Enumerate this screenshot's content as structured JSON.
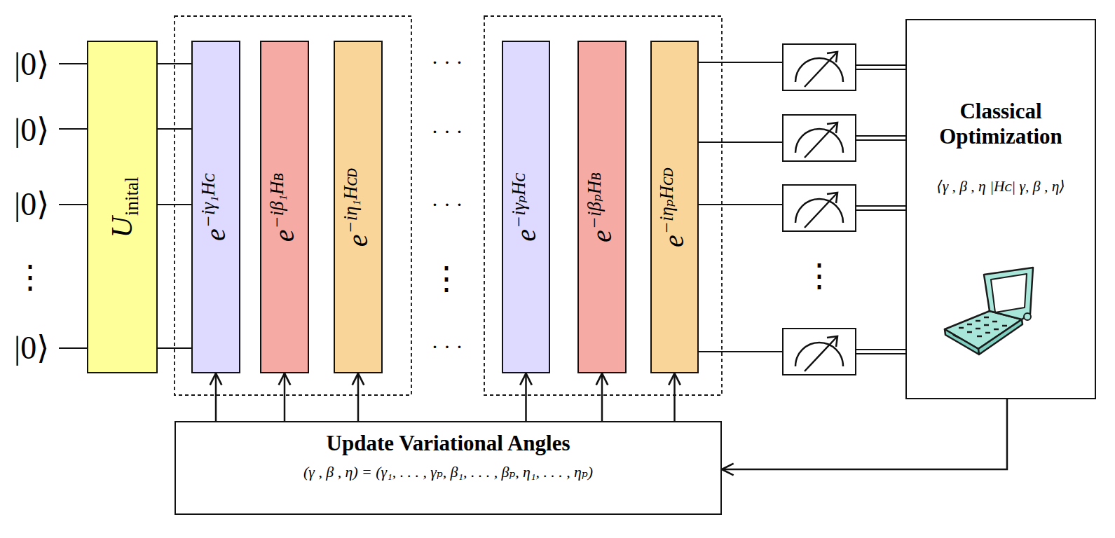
{
  "diagram": {
    "nodes": [
      {
        "text": [
          "U",
          "inital"
        ]
      },
      {
        "text": [
          "e",
          "−iγ₁Hᴄ"
        ]
      },
      {
        "text": [
          "e",
          "−iβ₁Hʙ"
        ]
      },
      {
        "text": [
          "e",
          "−iη₁Hᴄᴅ"
        ]
      },
      {
        "text": [
          "e",
          "−iγₚHᴄ"
        ]
      },
      {
        "text": [
          "e",
          "−iβₚHʙ"
        ]
      },
      {
        "text": [
          "e",
          "−iηₚHᴄᴅ"
        ]
      },
      {
        "text": [
          "Classical Optimization",
          "⟨γ , β , η |Hᴄ| γ, β , η⟩"
        ]
      },
      {
        "text": [
          "Update Variational Angles",
          "(γ , β , η) = (γ₁, . . . , γₚ, β₁, . . . , βₚ, η₁, . . . , ηₚ)"
        ]
      }
    ],
    "edges": [
      {
        "from": 0,
        "to": 1,
        "arrow": "none"
      },
      {
        "from": 0,
        "to": 1,
        "arrow": "none"
      },
      {
        "from": 0,
        "to": 1,
        "arrow": "none"
      },
      {
        "from": 0,
        "to": 1,
        "arrow": "none"
      },
      {
        "from": 8,
        "to": 1,
        "arrow": "to"
      },
      {
        "from": 8,
        "to": 2,
        "arrow": "to"
      },
      {
        "from": 8,
        "to": 3,
        "arrow": "to"
      },
      {
        "from": 8,
        "to": 4,
        "arrow": "to"
      },
      {
        "from": 8,
        "to": 5,
        "arrow": "to"
      },
      {
        "from": 8,
        "to": 6,
        "arrow": "to"
      },
      {
        "from": 7,
        "to": 8,
        "arrow": "to"
      }
    ],
    "labels": [
      "|0⟩",
      "· · ·",
      "|0⟩",
      "· · ·",
      "|0⟩",
      "· · ·",
      "⋮",
      "⋮",
      "⋮",
      "|0⟩",
      "· · ·"
    ]
  }
}
